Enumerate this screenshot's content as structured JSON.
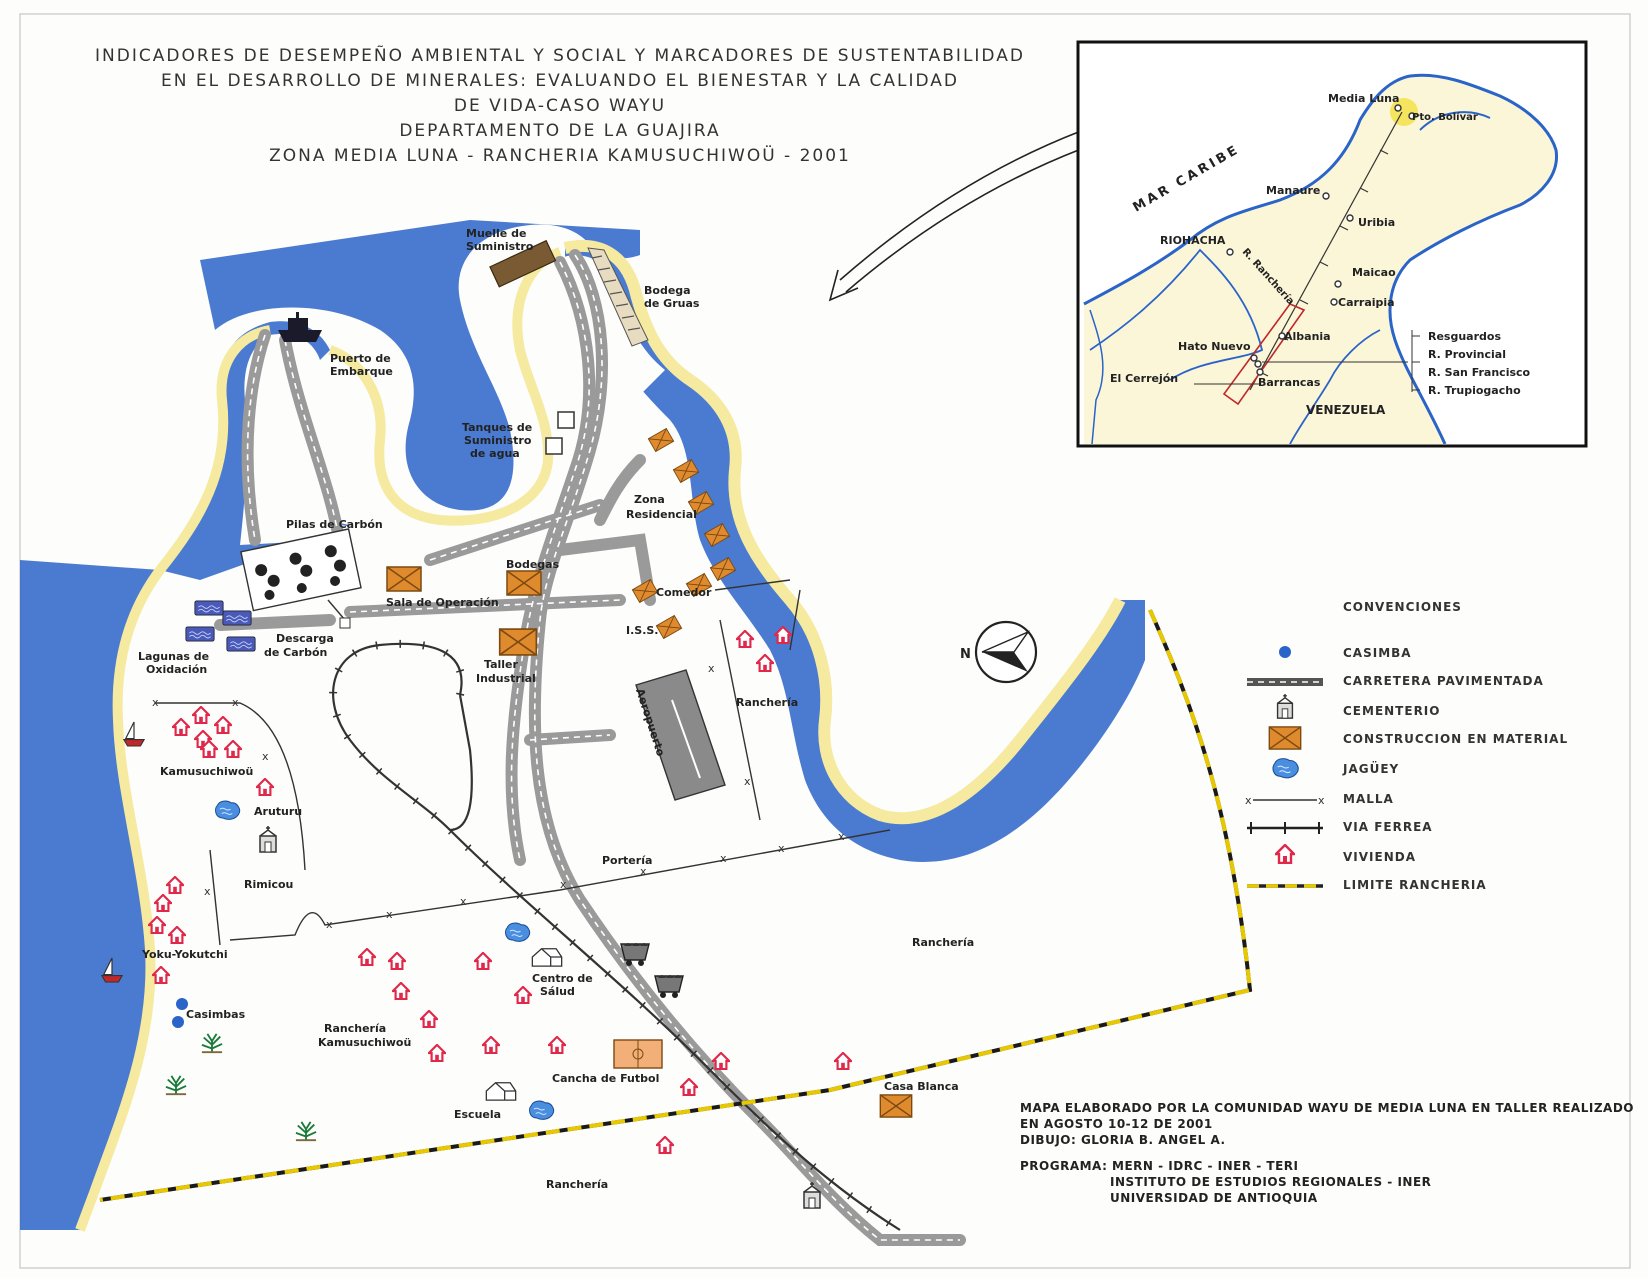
{
  "title": {
    "lines": [
      "INDICADORES DE DESEMPEÑO AMBIENTAL Y SOCIAL Y MARCADORES DE SUSTENTABILIDAD",
      "EN EL DESARROLLO DE MINERALES: EVALUANDO EL BIENESTAR Y LA CALIDAD",
      "DE VIDA-CASO WAYU",
      "DEPARTAMENTO DE LA GUAJIRA",
      "ZONA MEDIA LUNA - RANCHERIA KAMUSUCHIWOÜ - 2001"
    ]
  },
  "map": {
    "labels": {
      "muelle_1": "Muelle de",
      "muelle_2": "Suministro",
      "bodega_1": "Bodega",
      "bodega_2": "de Gruas",
      "puerto_1": "Puerto de",
      "puerto_2": "Embarque",
      "tanques_1": "Tanques de",
      "tanques_2": "Suministro",
      "tanques_3": "de agua",
      "zona_1": "Zona",
      "zona_2": "Residencial",
      "pilas": "Pilas de Carbón",
      "bodegas": "Bodegas",
      "sala": "Sala de Operación",
      "comedor": "Comedor",
      "iss": "I.S.S.",
      "descarga_1": "Descarga",
      "descarga_2": "de Carbón",
      "lagunas_1": "Lagunas de",
      "lagunas_2": "Oxidación",
      "taller_1": "Taller",
      "taller_2": "Industrial",
      "aeropuerto": "Aeropuerto",
      "rancheria_ne": "Ranchería",
      "kamusuchiwou": "Kamusuchiwoü",
      "aruturu": "Aruturu",
      "rimicou": "Rimicou",
      "porteria": "Portería",
      "yoku": "Yoku-Yokutchi",
      "casimbas": "Casimbas",
      "centro_1": "Centro de",
      "centro_2": "Sálud",
      "rancheria_k1": "Ranchería",
      "rancheria_k2": "Kamusuchiwoü",
      "cancha": "Cancha de Futbol",
      "casa_blanca": "Casa Blanca",
      "escuela": "Escuela",
      "rancheria_e": "Ranchería",
      "rancheria_s": "Ranchería",
      "compass_n": "N"
    }
  },
  "inset": {
    "labels": {
      "mar": "MAR CARIBE",
      "media_luna": "Media Luna",
      "pto_bolivar": "Pto. Bolívar",
      "manaure": "Manaure",
      "uribia": "Uribia",
      "riohacha": "RIOHACHA",
      "rio": "R. Ranchería",
      "maicao": "Maicao",
      "carraipia": "Carraipia",
      "albania": "Albania",
      "hato_nuevo": "Hato Nuevo",
      "el_cerrejon": "El Cerrejón",
      "barrancas": "Barrancas",
      "venezuela": "VENEZUELA",
      "resguardos": "Resguardos",
      "r_provincial": "R. Provincial",
      "r_san_francisco": "R. San Francisco",
      "r_trupiogacho": "R. Trupiogacho"
    }
  },
  "legend": {
    "title": "CONVENCIONES",
    "items": [
      {
        "key": "casimba",
        "label": "CASIMBA"
      },
      {
        "key": "carretera",
        "label": "CARRETERA PAVIMENTADA"
      },
      {
        "key": "cementerio",
        "label": "CEMENTERIO"
      },
      {
        "key": "construccion",
        "label": "CONSTRUCCION EN MATERIAL"
      },
      {
        "key": "jaguey",
        "label": "JAGÜEY"
      },
      {
        "key": "malla",
        "label": "MALLA"
      },
      {
        "key": "via",
        "label": "VIA FERREA"
      },
      {
        "key": "vivienda",
        "label": "VIVIENDA"
      },
      {
        "key": "limite",
        "label": "LIMITE RANCHERIA"
      }
    ]
  },
  "credits": {
    "line1": "MAPA ELABORADO POR LA COMUNIDAD WAYU DE MEDIA LUNA EN TALLER REALIZADO",
    "line2": "EN AGOSTO 10-12 DE 2001",
    "line3": "DIBUJO: GLORIA B. ANGEL A.",
    "line4": "PROGRAMA: MERN - IDRC - INER - TERI",
    "line5": "INSTITUTO DE ESTUDIOS REGIONALES - INER",
    "line6": "UNIVERSIDAD DE ANTIOQUIA"
  },
  "colors": {
    "sea": "#2a64c8",
    "sand": "#f5eaa0",
    "road": "#9a9a9a",
    "building": "#e08a2e",
    "house": "#e0284a",
    "lagoon": "#4a5ab8",
    "limit": "#e8c800",
    "airport": "#8a8a8a"
  }
}
